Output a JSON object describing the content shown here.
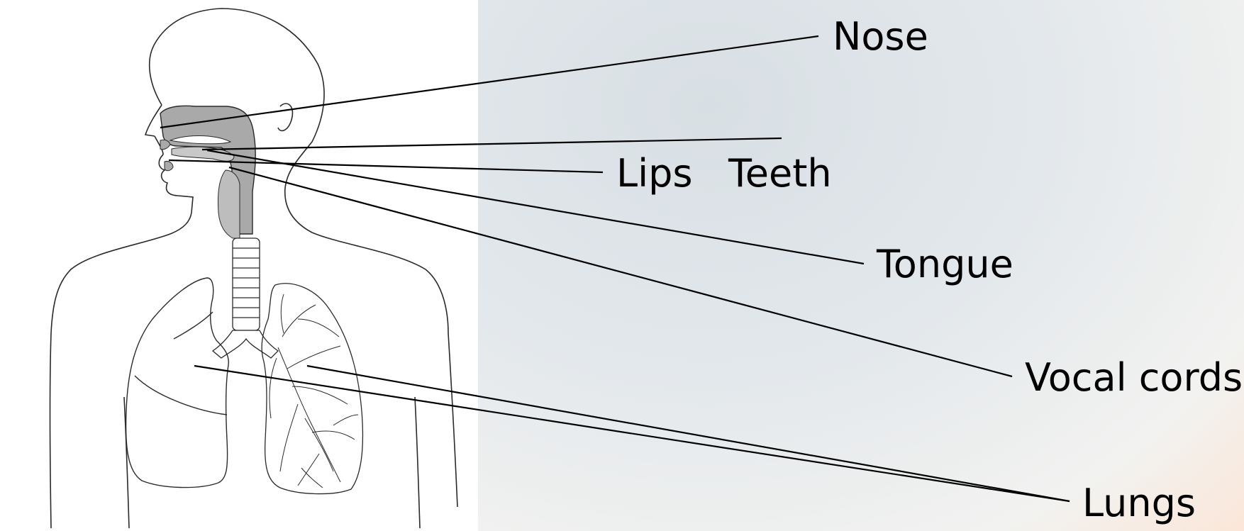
{
  "labels": {
    "nose": "Nose",
    "lips": "Lips",
    "teeth": "Teeth",
    "tongue": "Tongue",
    "vocal_cords": "Vocal cords",
    "lungs": "Lungs"
  },
  "colors": {
    "line": "#000000",
    "tract_fill": "#a9a9a9",
    "outline": "#2a2a2a",
    "figure_bg": "#ffffff"
  }
}
